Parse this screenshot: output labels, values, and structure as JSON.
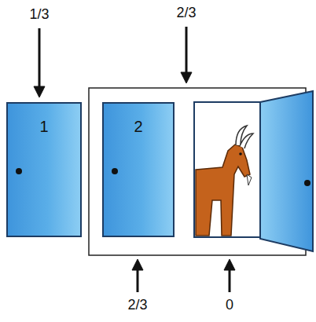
{
  "diagram": {
    "nodes": [
      {
        "text": [
          "1"
        ]
      },
      {
        "text": [
          "2"
        ]
      }
    ],
    "labels": [
      "1/3",
      "2/3",
      "2/3",
      "0"
    ]
  }
}
